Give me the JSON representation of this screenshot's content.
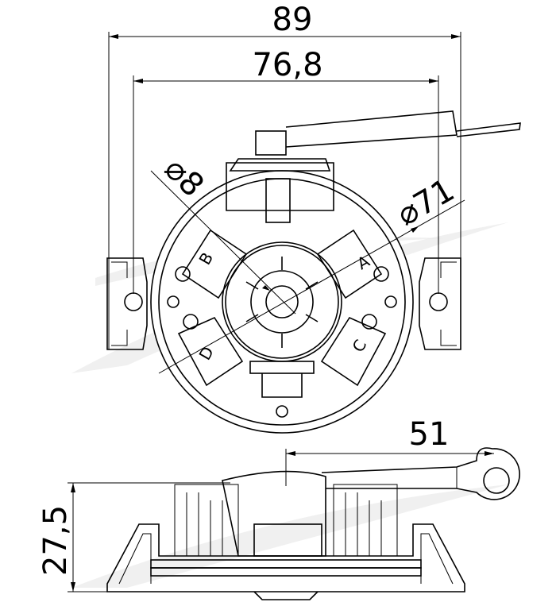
{
  "dimensions": {
    "overall_width": "89",
    "mount_spacing": "76,8",
    "shaft_diameter": "⌀8",
    "body_diameter": "⌀71",
    "lead_length": "51",
    "height": "27,5"
  },
  "brush_labels": [
    "A",
    "B",
    "C",
    "D"
  ],
  "colors": {
    "line": "#000000",
    "watermark": "#e6e6e6"
  }
}
